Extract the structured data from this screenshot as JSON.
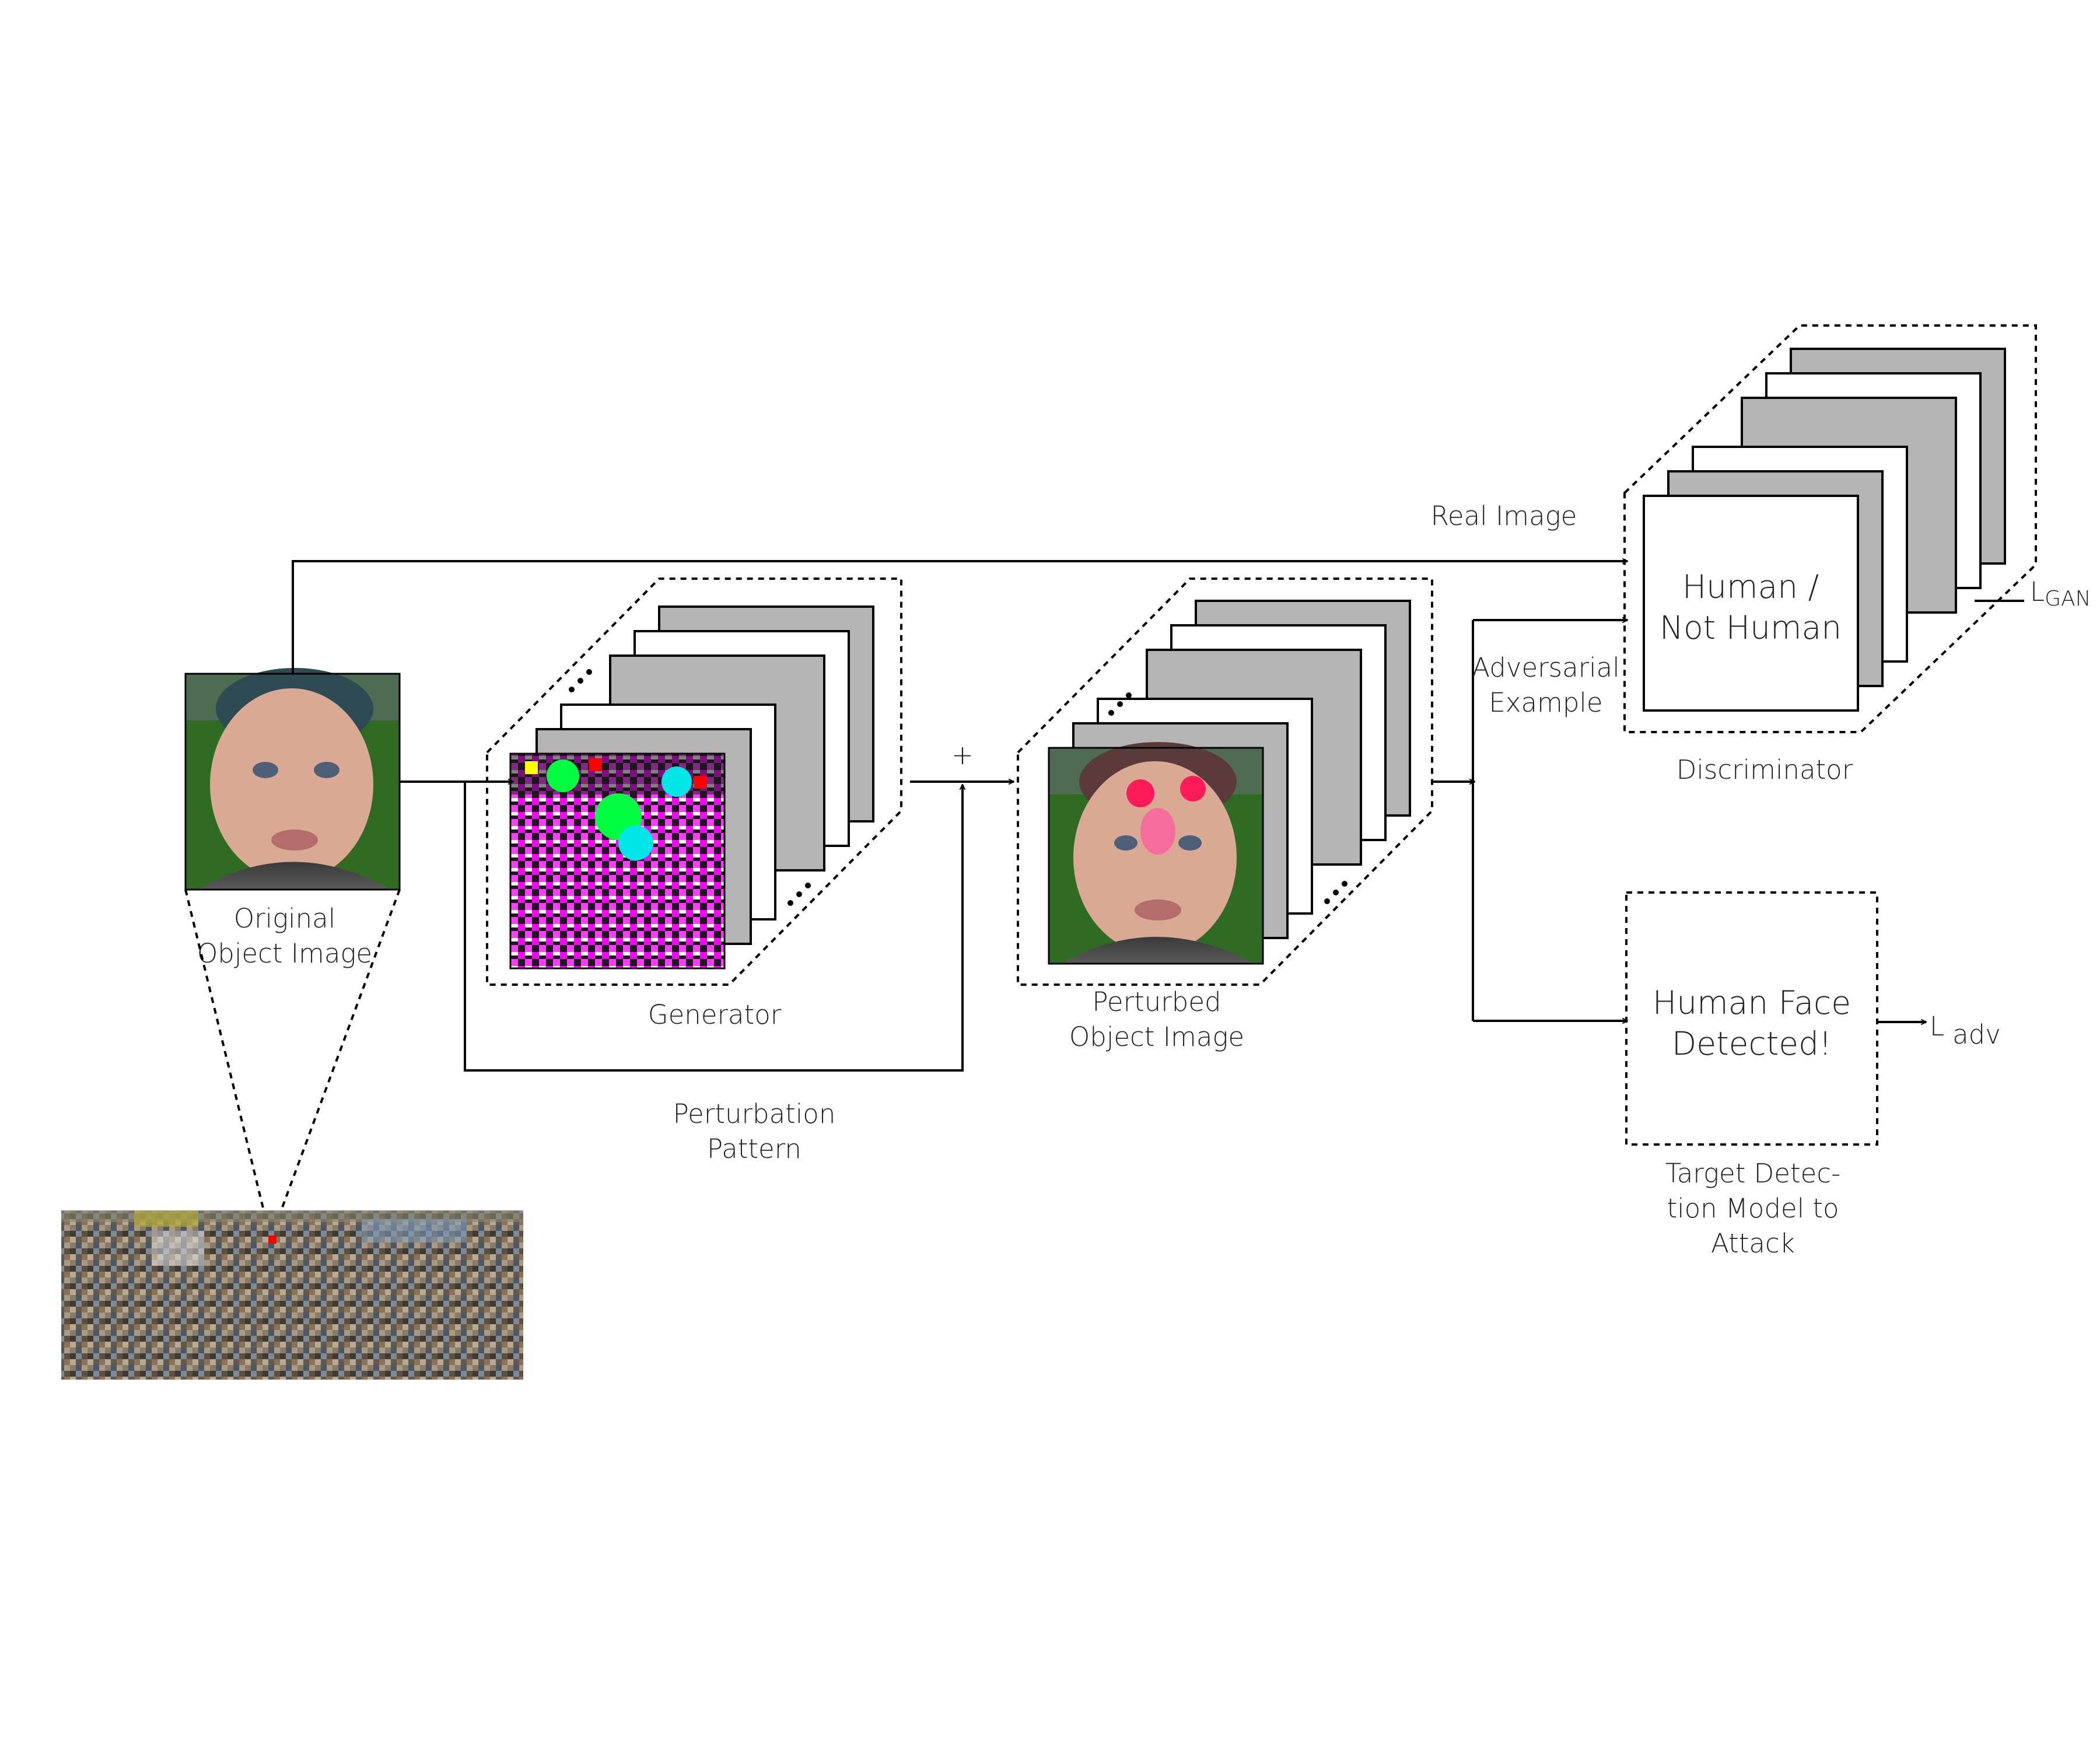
{
  "labels": {
    "original": [
      "Original",
      "Object Image"
    ],
    "generator": "Generator",
    "perturbation": [
      "Perturbation",
      "Pattern"
    ],
    "plus": "+",
    "perturbed": [
      "Perturbed",
      "Object Image"
    ],
    "real_image": "Real Image",
    "adversarial": [
      "Adversarial",
      "Example"
    ],
    "discriminator_box": [
      "Human /",
      "Not Human"
    ],
    "discriminator": "Discriminator",
    "detector_box": [
      "Human Face",
      "Detected!"
    ],
    "target": [
      "Target Detec-",
      "tion Model to",
      "Attack"
    ],
    "loss_gan": "L",
    "loss_gan_sub": "GAN",
    "loss_adv": "L",
    "loss_adv_sub": "adv"
  },
  "colors": {
    "stroke": "#000000",
    "gray_layer": "#b4b4b4",
    "face_green": "#2f6b23",
    "face_skin": "#d9a994",
    "noise_magenta": "#ff00ff",
    "noise_green": "#00ff40",
    "highlight_red": "#ff0000"
  },
  "icons": [
    "face-photo",
    "noise-pattern",
    "photo-mosaic",
    "ellipsis-dots"
  ]
}
